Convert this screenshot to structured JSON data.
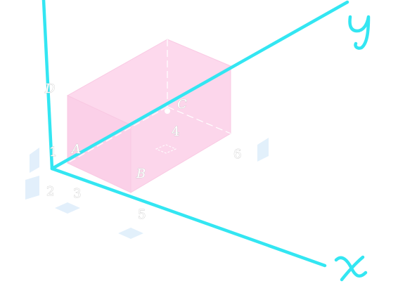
{
  "colors": {
    "axis": "#33e6f2",
    "box_fill": "#fcd3ea",
    "box_edge": "#f7c6e2",
    "accent_tiles": "#dfeefb",
    "label_stroke": "#c9c9c9"
  },
  "diagram": {
    "axis_labels": {
      "x": "x",
      "y": "y"
    },
    "vertex_labels": {
      "A": "A",
      "B": "B",
      "C": "C",
      "D": "D"
    },
    "numbers": {
      "n1": "1",
      "n2": "2",
      "n3": "3",
      "n4": "4",
      "n5": "5",
      "n6": "6"
    }
  }
}
